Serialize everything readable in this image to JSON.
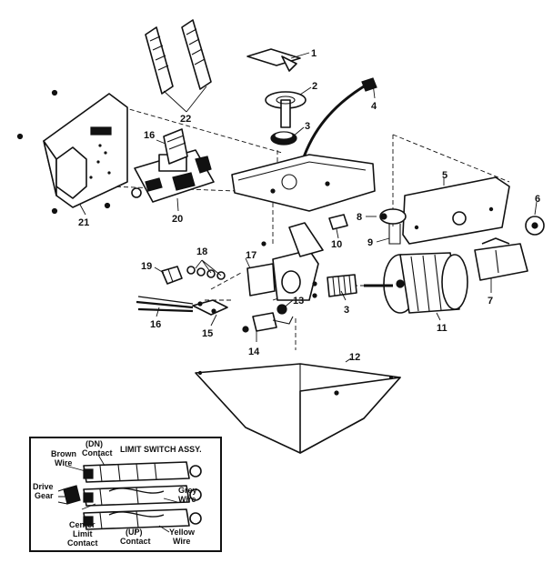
{
  "part_numbers": {
    "p1": "1",
    "p2": "2",
    "p3a": "3",
    "p3b": "3",
    "p4": "4",
    "p5": "5",
    "p6": "6",
    "p7": "7",
    "p8": "8",
    "p9": "9",
    "p10": "10",
    "p11": "11",
    "p12": "12",
    "p13": "13",
    "p14": "14",
    "p15": "15",
    "p16": "16",
    "p17": "17",
    "p18": "18",
    "p19": "19",
    "p20": "20",
    "p21": "21",
    "p22": "22"
  },
  "limit_switch": {
    "title": "LIMIT SWITCH ASSY.",
    "brown_1": "Brown",
    "brown_2": "Wire",
    "dn_1": "(DN)",
    "dn_2": "Contact",
    "drive_1": "Drive",
    "drive_2": "Gear",
    "grey_1": "Grey",
    "grey_2": "Wire",
    "center_1": "Center",
    "center_2": "Limit",
    "center_3": "Contact",
    "up_1": "(UP)",
    "up_2": "Contact",
    "yellow_1": "Yellow",
    "yellow_2": "Wire"
  }
}
